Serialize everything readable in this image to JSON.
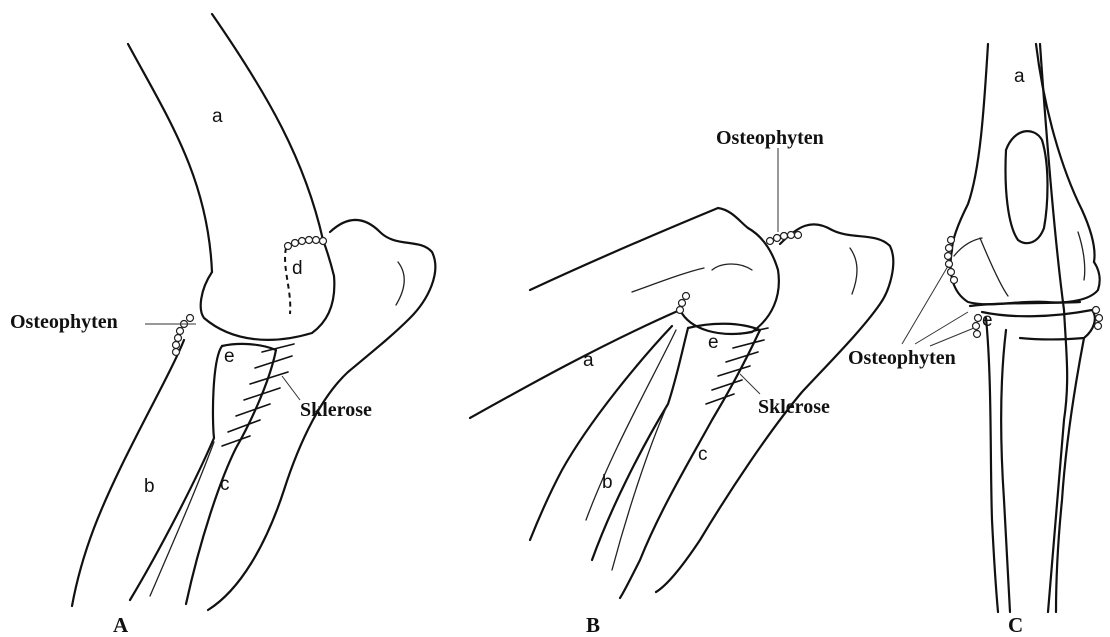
{
  "figure": {
    "panels": [
      {
        "id": "A",
        "caption": "A",
        "bone_labels": {
          "a": "a",
          "b": "b",
          "c": "c",
          "d": "d",
          "e": "e"
        },
        "terms": {
          "osteophyte": "Osteophyten",
          "sclerosis": "Sklerose"
        }
      },
      {
        "id": "B",
        "caption": "B",
        "bone_labels": {
          "a": "a",
          "b": "b",
          "c": "c",
          "e": "e"
        },
        "terms": {
          "osteophyte": "Osteophyten",
          "sclerosis": "Sklerose"
        }
      },
      {
        "id": "C",
        "caption": "C",
        "bone_labels": {
          "a": "a",
          "e": "e"
        },
        "terms": {
          "osteophyte": "Osteophyten"
        }
      }
    ]
  }
}
